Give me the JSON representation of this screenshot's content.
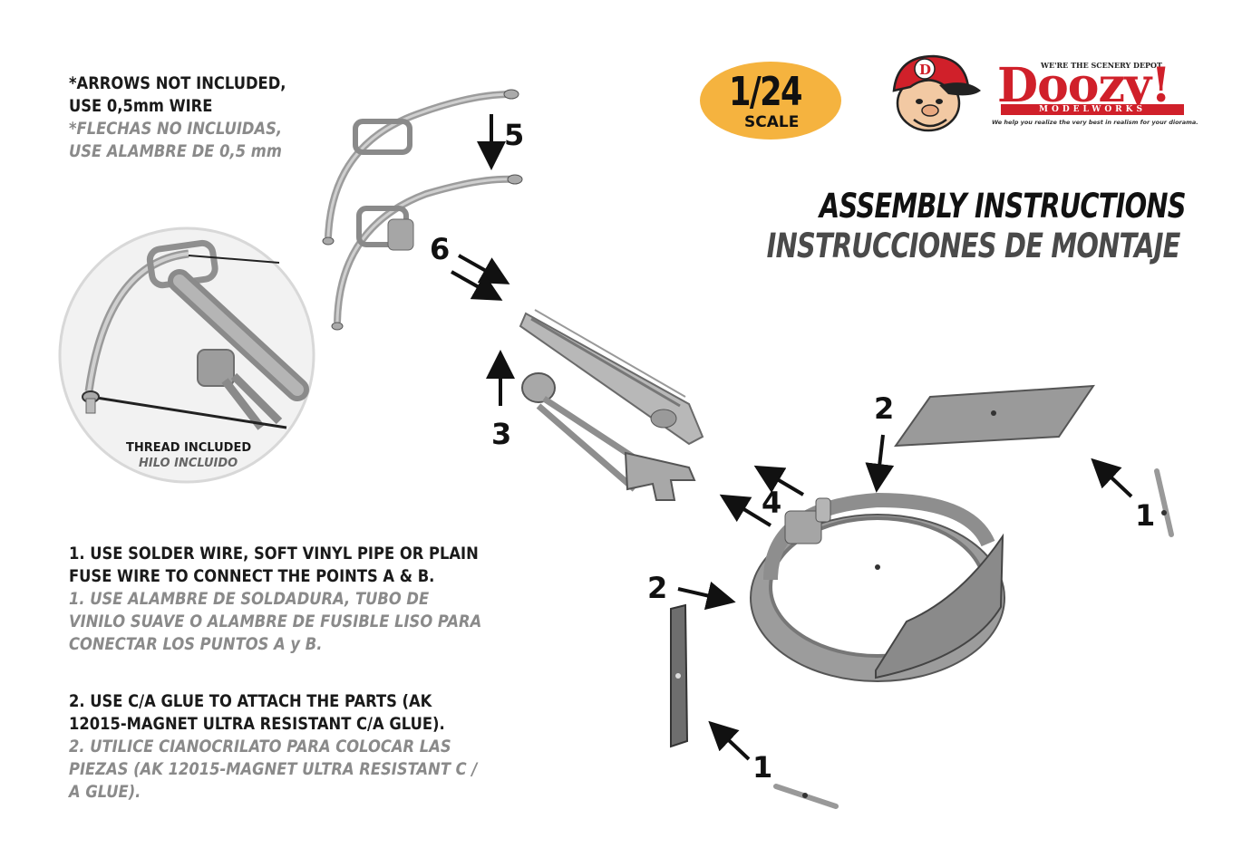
{
  "note": {
    "en_line1": "*ARROWS NOT INCLUDED,",
    "en_line2": "USE 0,5mm WIRE",
    "es_line1": "*FLECHAS NO INCLUIDAS,",
    "es_line2": "USE ALAMBRE DE 0,5 mm"
  },
  "scale": {
    "value": "1/24",
    "label": "SCALE"
  },
  "brand": {
    "name": "Doozy!",
    "tagline_top": "WE'RE THE SCENERY DEPOT",
    "sub": "MODELWORKS",
    "slogan": "We help you realize the very best in realism for your diorama.",
    "accent": "#d0202a",
    "badge_color": "#f5b33f"
  },
  "title": {
    "en": "ASSEMBLY INSTRUCTIONS",
    "es": "INSTRUCCIONES DE MONTAJE"
  },
  "detail": {
    "en": "THREAD INCLUDED",
    "es": "HILO INCLUIDO"
  },
  "steps": {
    "s1": {
      "en": [
        "1. USE SOLDER WIRE, SOFT VINYL PIPE OR PLAIN",
        "FUSE WIRE TO CONNECT THE POINTS A & B."
      ],
      "es": [
        "1. USE ALAMBRE DE SOLDADURA, TUBO DE",
        "VINILO SUAVE O ALAMBRE DE FUSIBLE LISO PARA",
        "CONECTAR LOS PUNTOS A y B."
      ]
    },
    "s2": {
      "en": [
        "2. USE C/A GLUE TO ATTACH THE PARTS (AK",
        "12015-MAGNET ULTRA RESISTANT C/A GLUE)."
      ],
      "es": [
        "2. UTILICE CIANOCRILATO PARA COLOCAR LAS",
        "PIEZAS (AK 12015-MAGNET ULTRA RESISTANT C /",
        "A GLUE)."
      ]
    }
  },
  "callouts": {
    "n5": "5",
    "n6": "6",
    "n3": "3",
    "n4": "4",
    "n2_top": "2",
    "n1_right": "1",
    "n2_left": "2",
    "n1_bottom": "1"
  }
}
